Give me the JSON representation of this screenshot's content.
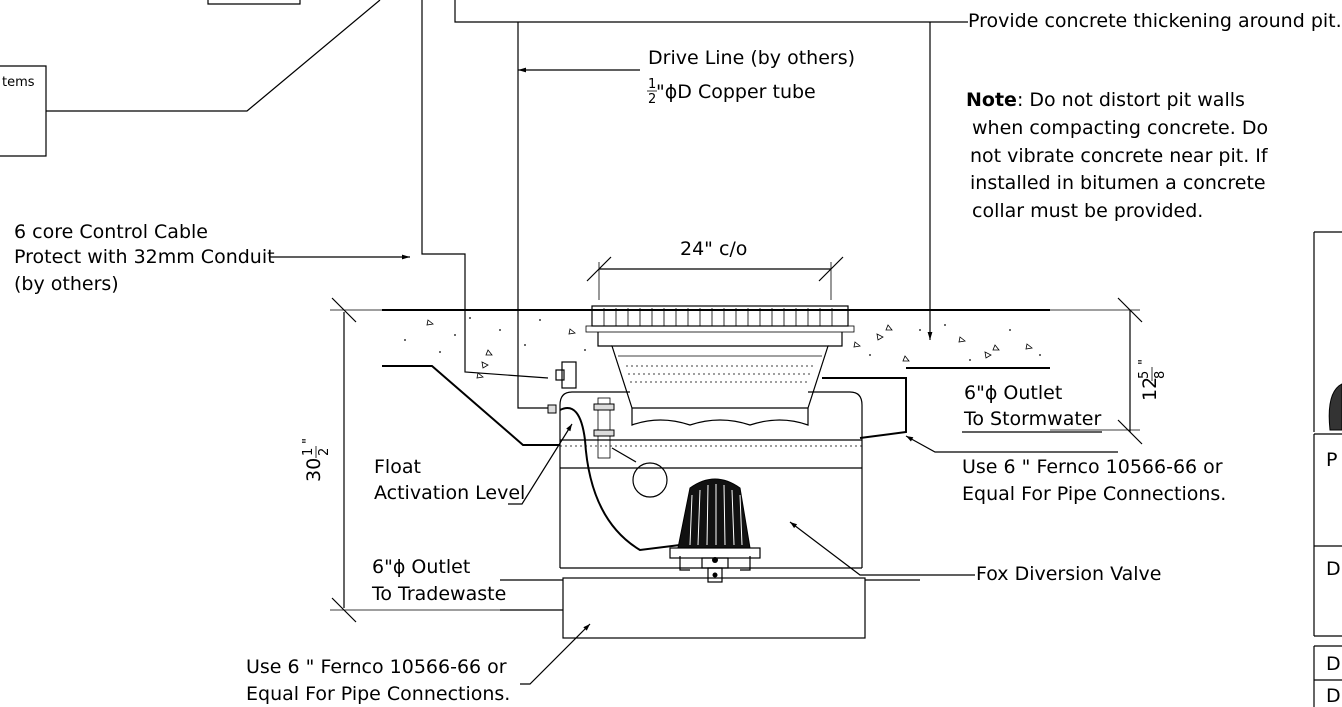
{
  "labels": {
    "provide_thickening": "Provide concrete thickening around pit.",
    "drive_line": "Drive Line (by others)",
    "copper_tube_rest": "\"ϕD Copper tube",
    "half_num": "1",
    "half_den": "2",
    "note_title": "Note",
    "note_line1": ": Do not distort pit walls",
    "note_line2": "when compacting concrete. Do",
    "note_line3": "not vibrate concrete near pit. If",
    "note_line4": "installed in bitumen a concrete",
    "note_line5": "collar must be provided.",
    "cable_line1": "6 core Control Cable",
    "cable_line2": "Protect with 32mm Conduit",
    "cable_line3": "(by others)",
    "items_partial": "tems",
    "grate_dim": "24\" c/o",
    "depth_whole": "12",
    "depth_frac_num": "5",
    "depth_frac_den": "8",
    "depth_inch": "\"",
    "height_whole": "30",
    "height_frac_num": "1",
    "height_frac_den": "2",
    "height_inch": "\"",
    "outlet_storm_1": "6\"ϕ Outlet",
    "outlet_storm_2": "To Stormwater",
    "fernco_right_1": "Use 6 \" Fernco 10566-66 or",
    "fernco_right_2": "Equal For Pipe Connections.",
    "float_1": "Float",
    "float_2": "Activation Level",
    "outlet_trade_1": "6\"ϕ Outlet",
    "outlet_trade_2": "To Tradewaste",
    "fox_valve": "Fox Diversion Valve",
    "fernco_bottom_1": "Use 6 \" Fernco 10566-66 or",
    "fernco_bottom_2": "Equal For Pipe Connections.",
    "table_r1": "P",
    "table_r2": "D",
    "table_r3": "D",
    "table_r4": "D"
  }
}
